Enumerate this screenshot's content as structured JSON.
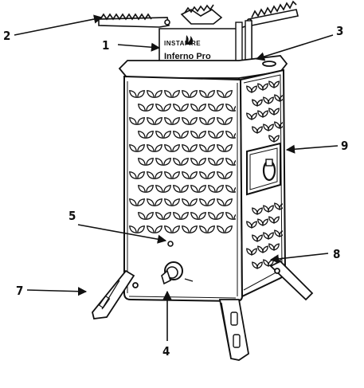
{
  "diagram": {
    "brand_text": "INSTAFIRE",
    "model_text": "Inferno Pro",
    "callouts": [
      "1",
      "2",
      "3",
      "4",
      "5",
      "7",
      "8",
      "9"
    ],
    "stroke_color": "#111111",
    "background_color": "#ffffff"
  }
}
